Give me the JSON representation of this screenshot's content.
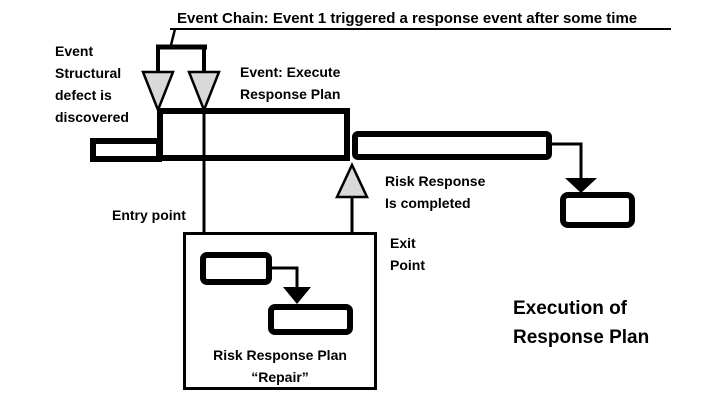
{
  "title": {
    "text": "Event Chain: Event 1 triggered a response event after some time"
  },
  "labels": {
    "structural_defect": {
      "lines": [
        "Event",
        "Structural",
        "defect is",
        "discovered"
      ]
    },
    "execute_plan": {
      "lines": [
        "Event: Execute",
        "Response Plan"
      ]
    },
    "risk_completed": {
      "lines": [
        "Risk Response",
        "Is completed"
      ]
    },
    "entry_point": {
      "text": "Entry point"
    },
    "exit_point": {
      "lines": [
        "Exit",
        "Point"
      ]
    },
    "repair_plan": {
      "lines": [
        "Risk Response Plan",
        "“Repair”"
      ]
    },
    "execution": {
      "lines": [
        "Execution of",
        "Response Plan"
      ]
    }
  },
  "markers": {
    "event_trigger_markers": "down-arrow-icon",
    "response_completed_marker": "up-arrow-icon",
    "dependency_arrowheads": "down-arrow-icon"
  },
  "colors": {
    "marker_fill": "#d9d9d9",
    "line": "#000000",
    "bar_fill": "#ffffff",
    "text": "#000000",
    "background": "#ffffff"
  }
}
